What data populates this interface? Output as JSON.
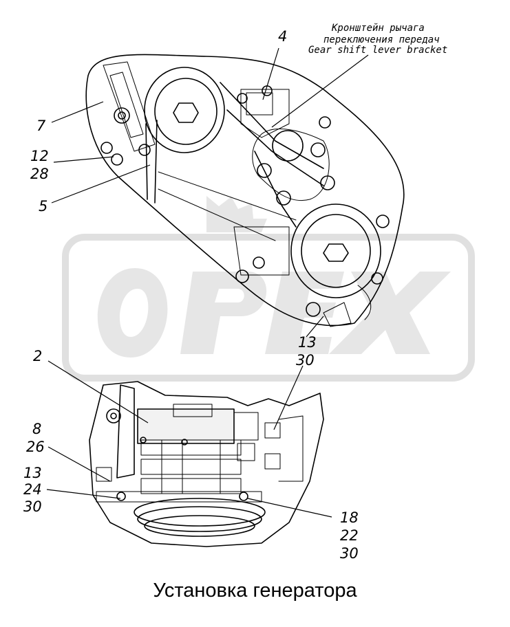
{
  "caption": "Установка генератора",
  "bracket_note": {
    "line1": "Кронштейн рычага",
    "line2": "переключения передач",
    "line3": "Gear shift lever bracket"
  },
  "watermark": "OPEX",
  "callouts": {
    "c4": "4",
    "c7": "7",
    "c12": "12",
    "c28a": "28",
    "c5": "5",
    "c13a": "13",
    "c30a": "30",
    "c2": "2",
    "c8": "8",
    "c26": "26",
    "c13b": "13",
    "c24": "24",
    "c30b": "30",
    "c18": "18",
    "c22": "22",
    "c30c": "30"
  },
  "colors": {
    "line": "#000000",
    "watermark": "#e0e0e0",
    "background": "#ffffff"
  }
}
